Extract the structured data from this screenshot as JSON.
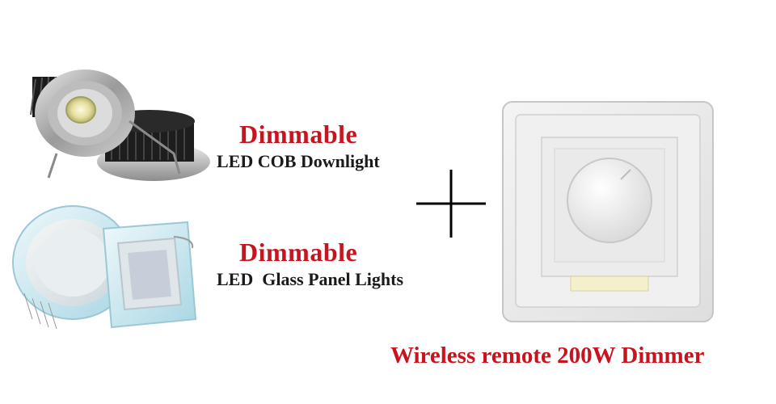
{
  "products": [
    {
      "heading": "Dimmable",
      "subheading": "LED COB Downlight",
      "image_icon": "cob-downlight-image"
    },
    {
      "heading": "Dimmable",
      "subheading": "LED  Glass Panel Lights",
      "image_icon": "glass-panel-light-image"
    }
  ],
  "combine_symbol": "plus-icon",
  "dimmer": {
    "image_icon": "wall-dimmer-image",
    "caption": "Wireless remote 200W Dimmer"
  },
  "colors": {
    "accent_red": "#c8141e",
    "text_dark": "#1a1a1a",
    "background": "#ffffff"
  }
}
